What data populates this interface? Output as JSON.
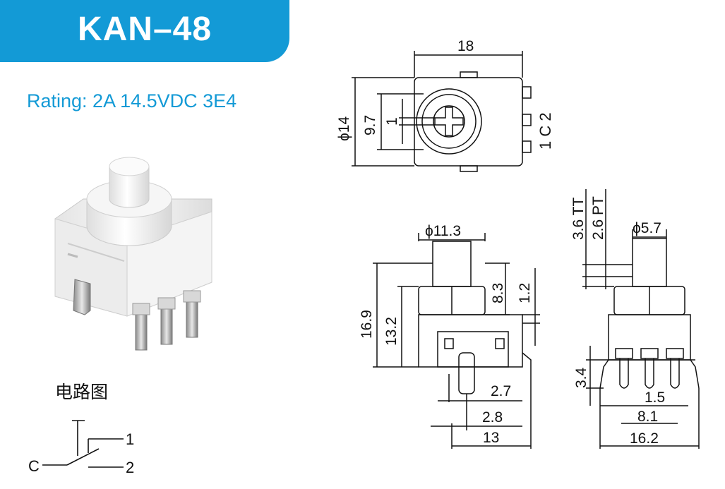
{
  "header": {
    "model": "KAN–48",
    "rating": "Rating: 2A 14.5VDC 3E4"
  },
  "colors": {
    "brand": "#139ad6"
  },
  "photo": {
    "name": "switch-product-photo"
  },
  "circuit": {
    "title": "电路图",
    "pin_c": "C",
    "pin_1": "1",
    "pin_2": "2"
  },
  "top_view": {
    "width": "18",
    "outer_diameter": "ϕ14",
    "inner_dim": "9.7",
    "slot": "1",
    "terminal_labels": "1  C  2"
  },
  "front_view": {
    "cap_diameter": "ϕ11.3",
    "overall_height": "16.9",
    "body_height": "13.2",
    "cap_height": "8.3",
    "step": "1.2",
    "pin_offset": "2.7",
    "pin_pitch": "2.8",
    "width": "13"
  },
  "side_view": {
    "travel_tt": "3.6 TT",
    "travel_pt": "2.6 PT",
    "button_diameter": "ϕ5.7",
    "pin_length": "3.4",
    "pin_spacing": "1.5",
    "outer_pins": "8.1",
    "width": "16.2"
  }
}
